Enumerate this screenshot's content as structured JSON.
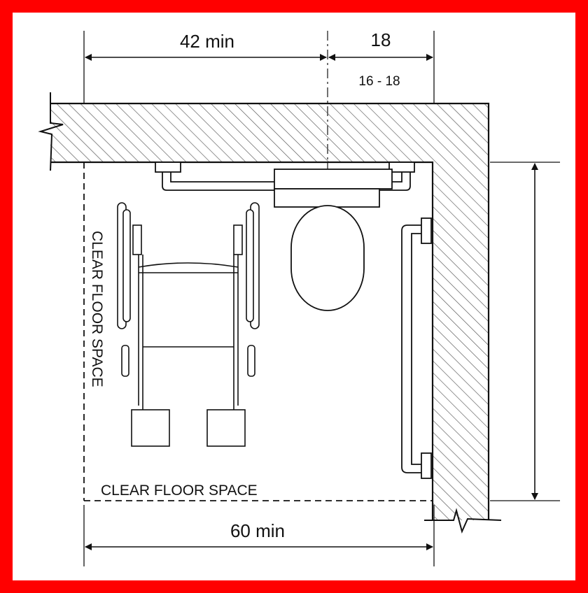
{
  "dimensions": {
    "top_clearance": "42 min",
    "centerline_to_wall": "18",
    "centerline_range": "16 - 18",
    "overall_width": "60 min"
  },
  "labels": {
    "clear_floor_space_vertical": "CLEAR FLOOR SPACE",
    "clear_floor_space_horizontal": "CLEAR FLOOR SPACE"
  },
  "colors": {
    "border": "#ff0000",
    "line": "#111111",
    "hatch": "#555555"
  }
}
